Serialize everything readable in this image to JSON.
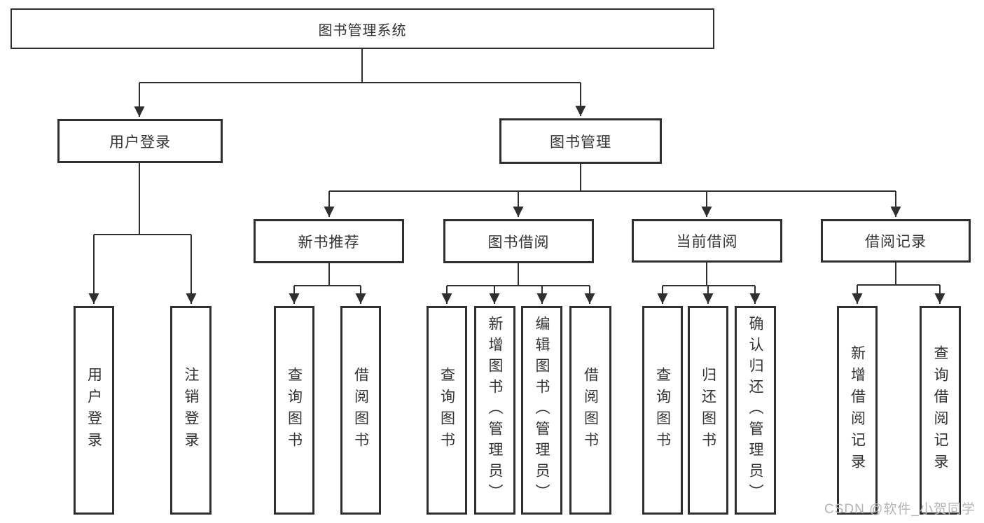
{
  "colors": {
    "line": "#333333",
    "watermark_text": "#b5b5b5"
  },
  "watermark": {
    "text": "CSDN @软件_小贺同学"
  },
  "tree": {
    "root": {
      "label": "图书管理系统"
    },
    "user_login": {
      "label": "用户登录",
      "children": [
        {
          "label": "用户登录"
        },
        {
          "label": "注销登录"
        }
      ]
    },
    "book_mgmt": {
      "label": "图书管理",
      "children": [
        {
          "label": "新书推荐",
          "children": [
            {
              "label": "查询图书"
            },
            {
              "label": "借阅图书"
            }
          ]
        },
        {
          "label": "图书借阅",
          "children": [
            {
              "label": "查询图书"
            },
            {
              "label": "新增图书（管理员）"
            },
            {
              "label": "编辑图书（管理员）"
            },
            {
              "label": "借阅图书"
            }
          ]
        },
        {
          "label": "当前借阅",
          "children": [
            {
              "label": "查询图书"
            },
            {
              "label": "归还图书"
            },
            {
              "label": "确认归还（管理员）"
            }
          ]
        },
        {
          "label": "借阅记录",
          "children": [
            {
              "label": "新增借阅记录"
            },
            {
              "label": "查询借阅记录"
            }
          ]
        }
      ]
    }
  }
}
